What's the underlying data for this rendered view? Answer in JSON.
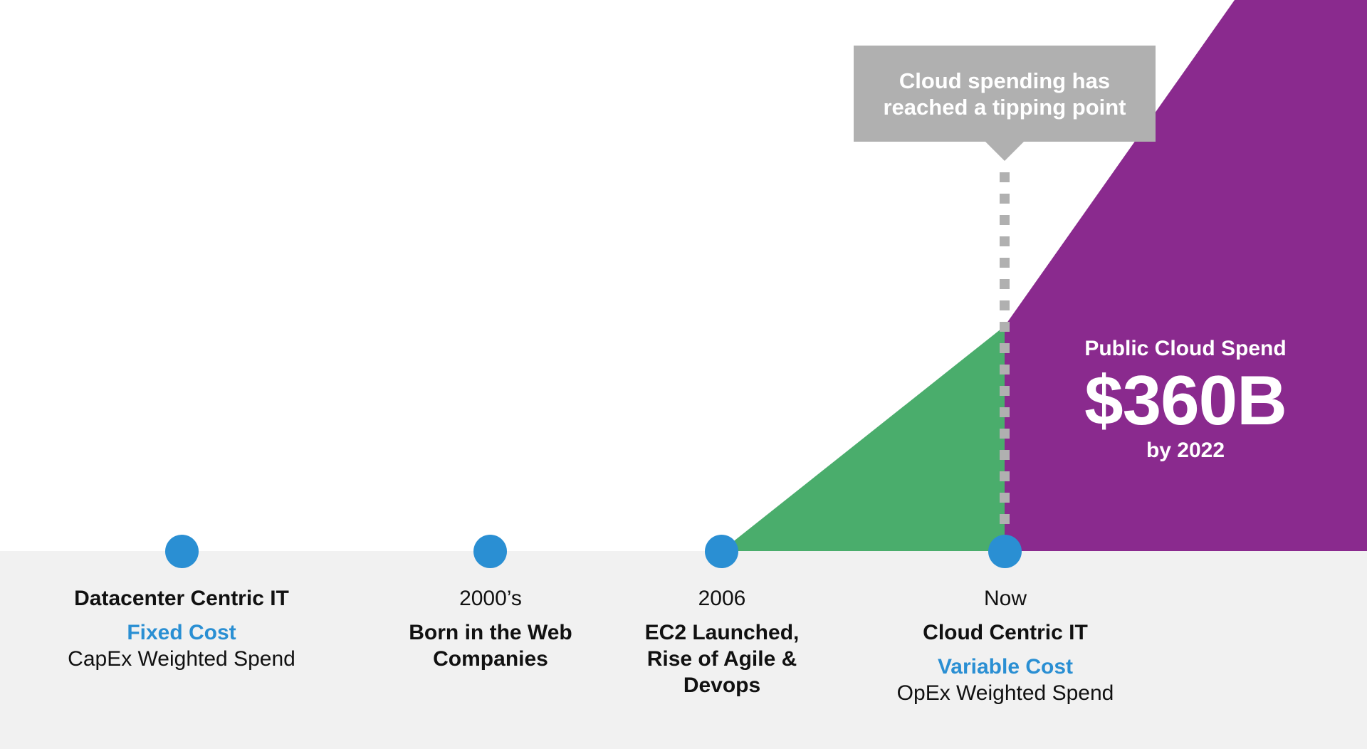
{
  "colors": {
    "purple": "#8a2a8e",
    "green": "#4aad6c",
    "dot_blue": "#2a8fd3",
    "callout_gray": "#b0b0b0",
    "band_gray": "#f1f1f1",
    "cost_blue": "#2a8fd3"
  },
  "callout": {
    "text": "Cloud spending has\nreached a tipping point"
  },
  "spend": {
    "label": "Public Cloud Spend",
    "amount": "$360B",
    "sub": "by 2022"
  },
  "milestones": [
    {
      "title": "Datacenter Centric IT",
      "cost": "Fixed Cost",
      "desc": "CapEx Weighted Spend"
    },
    {
      "year": "2000’s",
      "body": "Born in the Web\nCompanies"
    },
    {
      "year": "2006",
      "body": "EC2 Launched,\nRise of Agile &\nDevops"
    },
    {
      "year": "Now",
      "title": "Cloud Centric IT",
      "cost": "Variable Cost",
      "desc": "OpEx Weighted Spend"
    }
  ]
}
